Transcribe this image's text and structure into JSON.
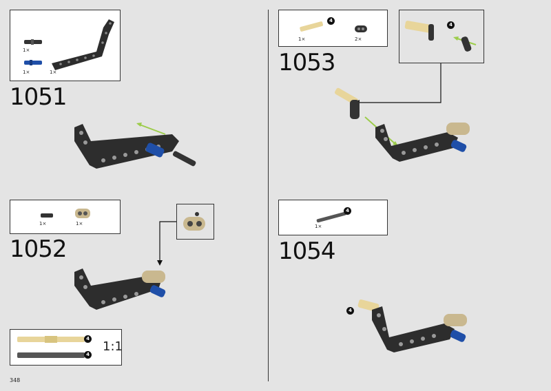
{
  "page_number": "348",
  "steps": [
    {
      "number": "1051",
      "parts": [
        {
          "qty": "1×"
        },
        {
          "qty": "1×"
        },
        {
          "qty": "1×"
        }
      ]
    },
    {
      "number": "1052",
      "parts": [
        {
          "qty": "1×"
        },
        {
          "qty": "1×"
        }
      ]
    },
    {
      "number": "1053",
      "parts": [
        {
          "qty": "1×"
        },
        {
          "qty": "2×"
        }
      ],
      "callout_count": "4",
      "subassembly_count": "4"
    },
    {
      "number": "1054",
      "parts": [
        {
          "qty": "1×"
        }
      ],
      "callout_count": "4",
      "model_count": "4"
    }
  ],
  "ruler": {
    "ratio": "1:1",
    "axle_count": "4",
    "pin_count": "4"
  },
  "colors": {
    "dark_gray": "#2d2d2d",
    "blue": "#1f4fa8",
    "tan": "#c9b88f",
    "beige_axle": "#e8d59a",
    "green_arrow": "#9ccc4a"
  }
}
